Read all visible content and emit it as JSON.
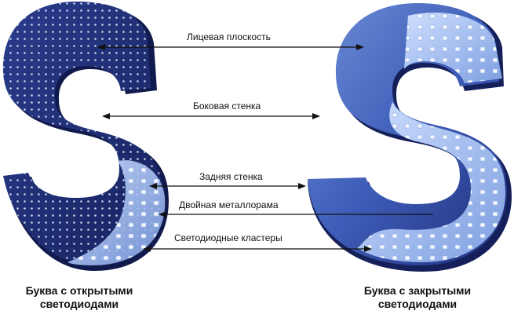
{
  "labels": {
    "face": "Лицевая плоскость",
    "side": "Боковая стенка",
    "back": "Задняя стенка",
    "frame": "Двойная металлорама",
    "clusters": "Светодиодные кластеры"
  },
  "captions": {
    "open_line1": "Буква с открытыми",
    "open_line2": "светодиодами",
    "closed_line1": "Буква с закрытыми",
    "closed_line2": "светодиодами"
  },
  "colors": {
    "letter_dark": "#1c2a6e",
    "letter_face": "#4f6fc4",
    "led_white": "#e8f0ff",
    "inner_light": "#b9cdf2",
    "arrow": "#111111"
  }
}
